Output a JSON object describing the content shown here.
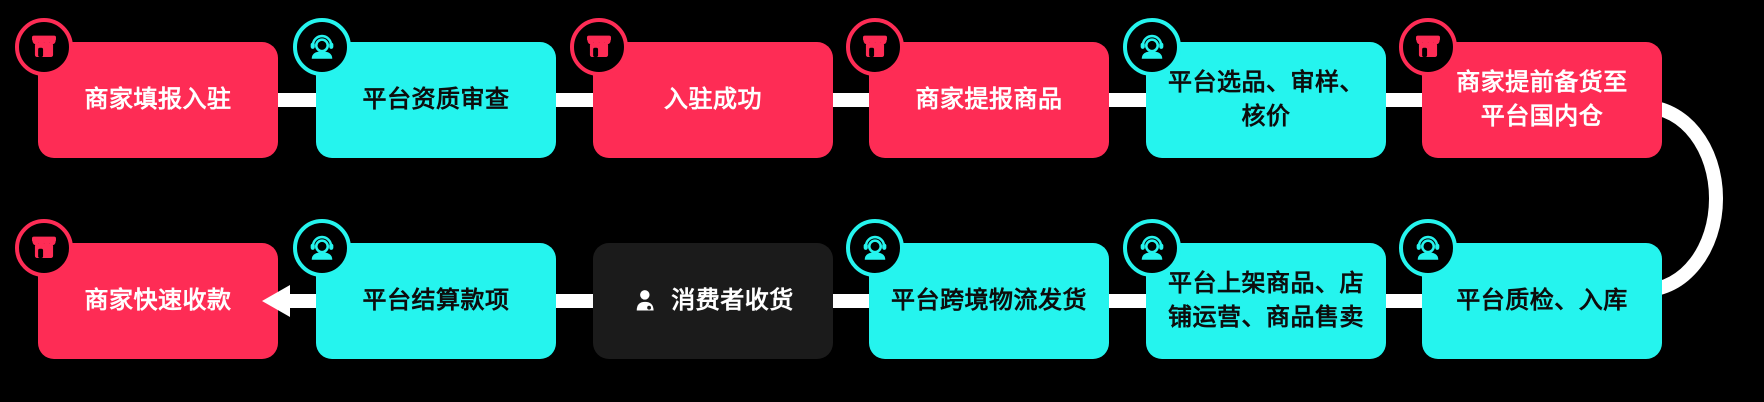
{
  "palette": {
    "background": "#000000",
    "pink": "#FE2C55",
    "cyan": "#25F4EE",
    "dark_box": "#1B1B1B",
    "connector": "#FFFFFF",
    "badge_background": "#000000",
    "text_on_pink": "#FFFFFF",
    "text_on_cyan": "#0D0D0D",
    "text_on_dark": "#FFFFFF"
  },
  "rows": [
    {
      "nodes": [
        {
          "label": "商家填报入驻",
          "color": "pink",
          "icon": "storefront-icon"
        },
        {
          "label": "平台资质审查",
          "color": "cyan",
          "icon": "support-agent-icon"
        },
        {
          "label": "入驻成功",
          "color": "pink",
          "icon": "storefront-icon"
        },
        {
          "label": "商家提报商品",
          "color": "pink",
          "icon": "storefront-icon"
        },
        {
          "label": "平台选品、审样、\n核价",
          "color": "cyan",
          "icon": "support-agent-icon"
        },
        {
          "label": "商家提前备货至\n平台国内仓",
          "color": "pink",
          "icon": "storefront-icon"
        }
      ]
    },
    {
      "nodes": [
        {
          "label": "商家快速收款",
          "color": "pink",
          "icon": "storefront-icon"
        },
        {
          "label": "平台结算款项",
          "color": "cyan",
          "icon": "support-agent-icon"
        },
        {
          "label": "消费者收货",
          "color": "dark",
          "icon": "person-icon"
        },
        {
          "label": "平台跨境物流发货",
          "color": "cyan",
          "icon": "support-agent-icon"
        },
        {
          "label": "平台上架商品、店\n铺运营、商品售卖",
          "color": "cyan",
          "icon": "support-agent-icon"
        },
        {
          "label": "平台质检、入库",
          "color": "cyan",
          "icon": "support-agent-icon"
        }
      ]
    }
  ],
  "connectors": {
    "style": "white bars between nodes",
    "right_side": "u-turn curve from row1 last node down to row2 last node",
    "final_arrow": "left-pointing arrowhead into 商家快速收款"
  }
}
